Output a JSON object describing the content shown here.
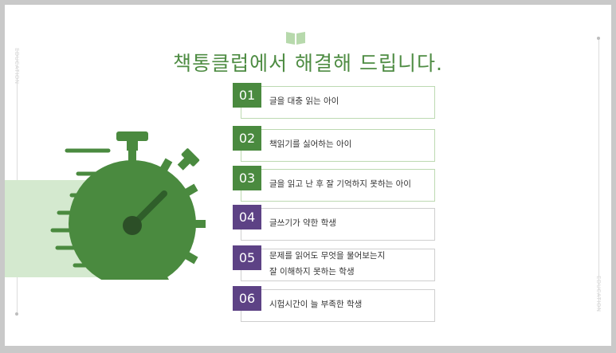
{
  "title": "책통클럽에서 해결해 드립니다.",
  "side_text": "EDUCATION",
  "icons": {
    "book": "book-icon",
    "stopwatch": "stopwatch-icon"
  },
  "colors": {
    "green": "#4a8a3f",
    "purple": "#5d4285",
    "light_green": "#d4e9cf"
  },
  "items": [
    {
      "num": "01",
      "text": "글을 대충 읽는 아이"
    },
    {
      "num": "02",
      "text": "책읽기를 싫어하는 아이"
    },
    {
      "num": "03",
      "text": "글을 읽고 난 후 잘 기억하지 못하는 아이"
    },
    {
      "num": "04",
      "text": "글쓰기가 약한 학생"
    },
    {
      "num": "05",
      "text": "문제를 읽어도 무엇을 물어보는지\n잘 이해하지 못하는 학생"
    },
    {
      "num": "06",
      "text": "시험시간이 늘 부족한 학생"
    }
  ]
}
